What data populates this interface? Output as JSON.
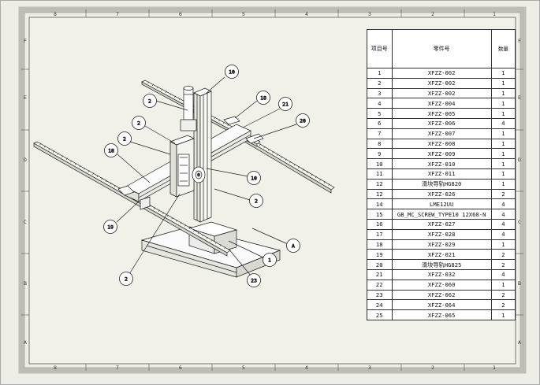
{
  "border": {
    "top_zones": [
      "8",
      "7",
      "6",
      "5",
      "4",
      "3",
      "2",
      "1"
    ],
    "bottom_zones": [
      "8",
      "7",
      "6",
      "5",
      "4",
      "3",
      "2",
      "1"
    ],
    "left_zones": [
      "F",
      "E",
      "D",
      "C",
      "B",
      "A"
    ],
    "right_zones": [
      "F",
      "E",
      "D",
      "C",
      "B",
      "A"
    ]
  },
  "bom": {
    "headers": {
      "item": "项目号",
      "part": "零件号",
      "qty": "数量"
    },
    "rows": [
      {
        "item": "1",
        "part": "XFZZ-002",
        "qty": "1"
      },
      {
        "item": "2",
        "part": "XFZZ-002",
        "qty": "1"
      },
      {
        "item": "3",
        "part": "XFZZ-002",
        "qty": "1"
      },
      {
        "item": "4",
        "part": "XFZZ-004",
        "qty": "1"
      },
      {
        "item": "5",
        "part": "XFZZ-005",
        "qty": "1"
      },
      {
        "item": "6",
        "part": "XFZZ-006",
        "qty": "4"
      },
      {
        "item": "7",
        "part": "XFZZ-007",
        "qty": "1"
      },
      {
        "item": "8",
        "part": "XFZZ-008",
        "qty": "1"
      },
      {
        "item": "9",
        "part": "XFZZ-009",
        "qty": "1"
      },
      {
        "item": "10",
        "part": "XFZZ-010",
        "qty": "1"
      },
      {
        "item": "11",
        "part": "XFZZ-011",
        "qty": "1"
      },
      {
        "item": "12",
        "part": "滑块导轨HG820",
        "qty": "1"
      },
      {
        "item": "12",
        "part": "XFZZ-026",
        "qty": "2"
      },
      {
        "item": "14",
        "part": "LME12UU",
        "qty": "4"
      },
      {
        "item": "15",
        "part": "GB_MC_SCREW_TYPE10 12X60-N",
        "qty": "4"
      },
      {
        "item": "16",
        "part": "XFZZ-027",
        "qty": "4"
      },
      {
        "item": "17",
        "part": "XFZZ-028",
        "qty": "4"
      },
      {
        "item": "18",
        "part": "XFZZ-029",
        "qty": "1"
      },
      {
        "item": "19",
        "part": "XFZZ-021",
        "qty": "2"
      },
      {
        "item": "20",
        "part": "滑块导轨HG825",
        "qty": "2"
      },
      {
        "item": "21",
        "part": "XFZZ-032",
        "qty": "4"
      },
      {
        "item": "22",
        "part": "XFZZ-060",
        "qty": "1"
      },
      {
        "item": "23",
        "part": "XFZZ-062",
        "qty": "2"
      },
      {
        "item": "24",
        "part": "XFZZ-064",
        "qty": "2"
      },
      {
        "item": "25",
        "part": "XFZZ-065",
        "qty": "1"
      }
    ]
  },
  "callouts": [
    "10",
    "2",
    "18",
    "21",
    "20",
    "2",
    "18",
    "2",
    "10",
    "2",
    "19",
    "A",
    "1",
    "23",
    "2"
  ]
}
